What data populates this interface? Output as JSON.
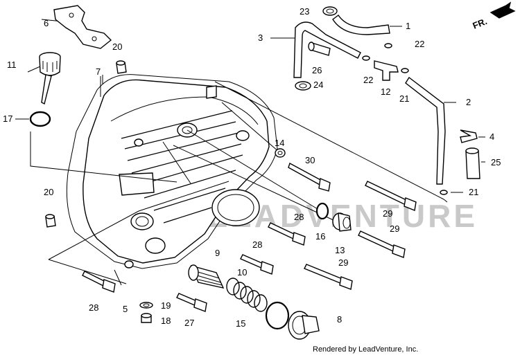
{
  "watermark": "LEADVENTURE",
  "credit": "Rendered by LeadVenture, Inc.",
  "direction_label": "FR.",
  "callouts": {
    "c1": "1",
    "c2": "2",
    "c3": "3",
    "c4": "4",
    "c5": "5",
    "c6": "6",
    "c7": "7",
    "c8": "8",
    "c9": "9",
    "c10": "10",
    "c11": "11",
    "c12": "12",
    "c13": "13",
    "c14": "14",
    "c15": "15",
    "c16": "16",
    "c17": "17",
    "c18": "18",
    "c19": "19",
    "c20a": "20",
    "c20b": "20",
    "c21a": "21",
    "c21b": "21",
    "c22a": "22",
    "c22b": "22",
    "c23": "23",
    "c24": "24",
    "c25": "25",
    "c26": "26",
    "c27": "27",
    "c28a": "28",
    "c28b": "28",
    "c28c": "28",
    "c29a": "29",
    "c29b": "29",
    "c29c": "29",
    "c30": "30"
  },
  "colors": {
    "line": "#000000",
    "background": "#ffffff",
    "watermark": "#c9c9c9"
  }
}
